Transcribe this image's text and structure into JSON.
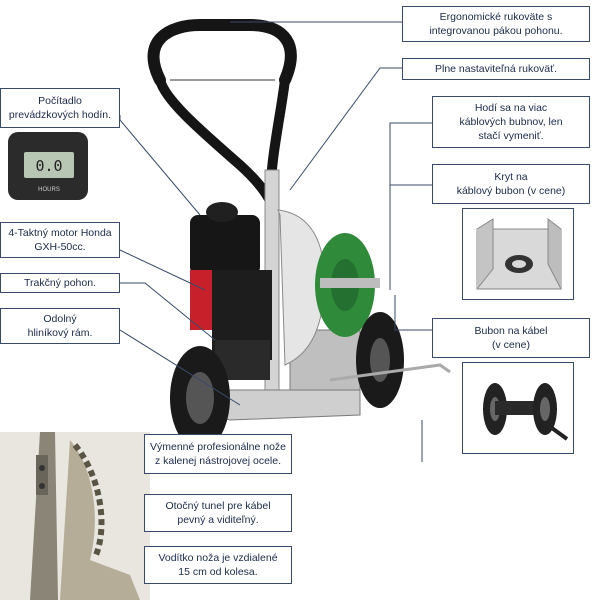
{
  "callouts": {
    "handle": "Ergonomické rukoväte s\nintegrovanou pákou pohonu.",
    "adjustable": "Plne nastaviteľná rukoväť.",
    "reels": "Hodí sa na viac\nkáblových bubnov, len\nstačí vymeniť.",
    "cover": "Kryt na\nkáblový bubon (v cene)",
    "hour_meter": "Počítadlo\nprevádzkových hodín.",
    "engine": "4-Taktný motor Honda\nGXH-50cc.",
    "traction": "Trakčný pohon.",
    "frame": "Odolný\nhliníkový rám.",
    "reel_drum": "Bubon na kábel\n(v cene)",
    "blades": "Výmenné profesionálne nože\nz kalenej nástrojovej ocele.",
    "tunnel": "Otočný tunel pre kábel\npevný a viditeľný.",
    "guide": "Vodítko noža je vzdialené\n15 cm od kolesa."
  },
  "hour_meter_display": {
    "reading": "0.0",
    "unit": "HOURS"
  },
  "colors": {
    "box_border": "#3a4a6a",
    "text": "#1b2a4a",
    "engine_red": "#c8202a",
    "reel_green": "#2f8a3a",
    "frame_silver": "#c9c9c9",
    "tire": "#1a1a1a"
  },
  "icons": [
    "hour-meter-icon",
    "cable-cover-icon",
    "cable-reel-icon",
    "machine-photo",
    "blade-closeup-photo"
  ]
}
